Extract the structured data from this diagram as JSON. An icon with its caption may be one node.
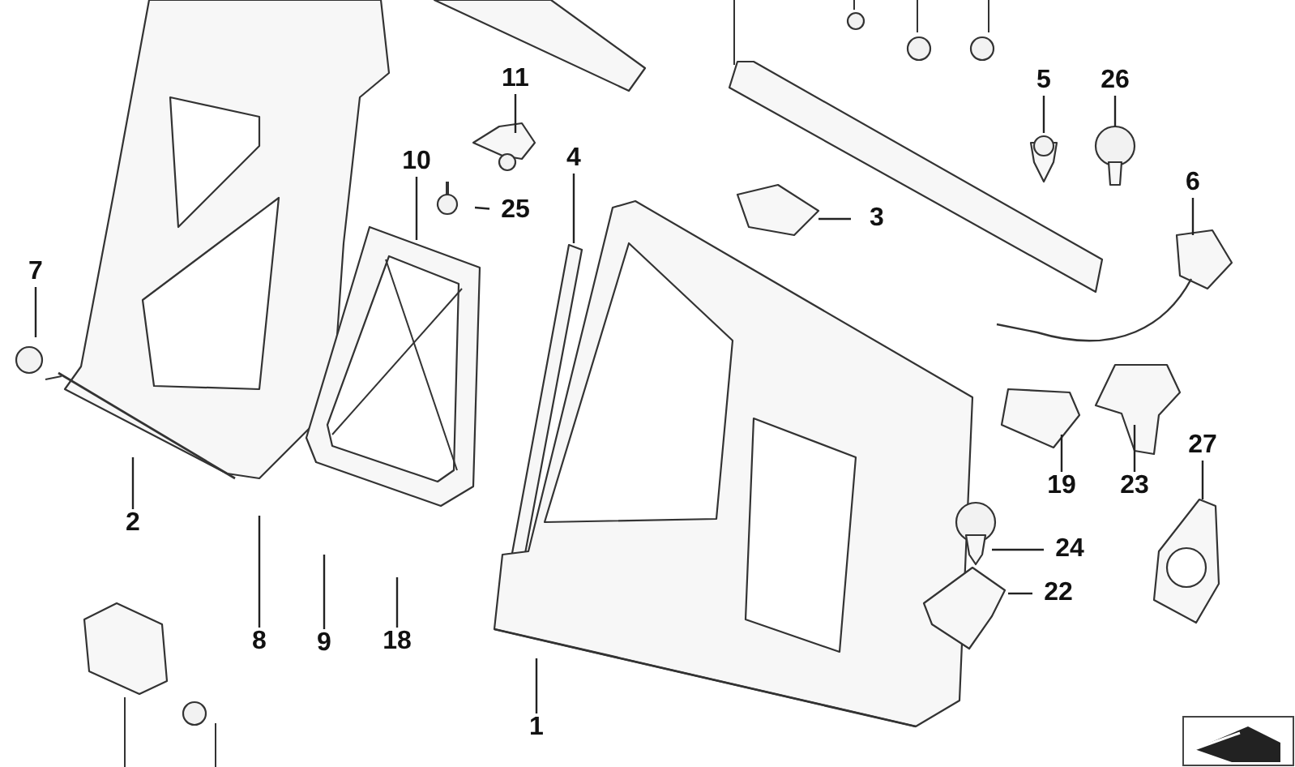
{
  "diagram": {
    "nodes": [
      {
        "text": [
          "11"
        ]
      },
      {
        "text": [
          "10"
        ]
      },
      {
        "text": [
          "4"
        ]
      },
      {
        "text": [
          "25"
        ]
      },
      {
        "text": [
          "7"
        ]
      },
      {
        "text": [
          "2"
        ]
      },
      {
        "text": [
          "8"
        ]
      },
      {
        "text": [
          "9"
        ]
      },
      {
        "text": [
          "18"
        ]
      },
      {
        "text": [
          "1"
        ]
      },
      {
        "text": [
          "3"
        ]
      },
      {
        "text": [
          "5"
        ]
      },
      {
        "text": [
          "26"
        ]
      },
      {
        "text": [
          "6"
        ]
      },
      {
        "text": [
          "19"
        ]
      },
      {
        "text": [
          "23"
        ]
      },
      {
        "text": [
          "27"
        ]
      },
      {
        "text": [
          "24"
        ]
      },
      {
        "text": [
          "22"
        ]
      }
    ],
    "edges": [
      {
        "from": 0,
        "to": null,
        "arrow": "none"
      },
      {
        "from": 1,
        "to": null,
        "arrow": "none"
      },
      {
        "from": 2,
        "to": null,
        "arrow": "none"
      },
      {
        "from": 3,
        "to": null,
        "arrow": "none"
      },
      {
        "from": 4,
        "to": null,
        "arrow": "none"
      },
      {
        "from": 5,
        "to": null,
        "arrow": "none"
      },
      {
        "from": 6,
        "to": null,
        "arrow": "none"
      },
      {
        "from": 7,
        "to": null,
        "arrow": "none"
      },
      {
        "from": 8,
        "to": null,
        "arrow": "none"
      },
      {
        "from": 9,
        "to": null,
        "arrow": "none"
      },
      {
        "from": 10,
        "to": null,
        "arrow": "none"
      },
      {
        "from": 11,
        "to": null,
        "arrow": "none"
      },
      {
        "from": 12,
        "to": null,
        "arrow": "none"
      },
      {
        "from": 13,
        "to": null,
        "arrow": "none"
      },
      {
        "from": 14,
        "to": null,
        "arrow": "none"
      },
      {
        "from": 15,
        "to": null,
        "arrow": "none"
      },
      {
        "from": 16,
        "to": null,
        "arrow": "none"
      },
      {
        "from": 17,
        "to": null,
        "arrow": "none"
      },
      {
        "from": 18,
        "to": null,
        "arrow": "none"
      }
    ]
  }
}
